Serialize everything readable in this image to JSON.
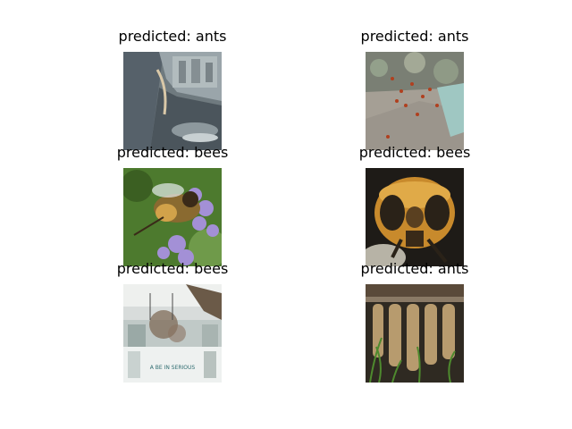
{
  "panels": [
    {
      "label": "predicted: ants"
    },
    {
      "label": "predicted: ants"
    },
    {
      "label": "predicted: bees"
    },
    {
      "label": "predicted: bees"
    },
    {
      "label": "predicted: bees"
    },
    {
      "label": "predicted: ants"
    }
  ],
  "panel5_sign_text": "A BE IN SERIOUS",
  "colors": {
    "background": "#ffffff",
    "title": "#000000"
  }
}
